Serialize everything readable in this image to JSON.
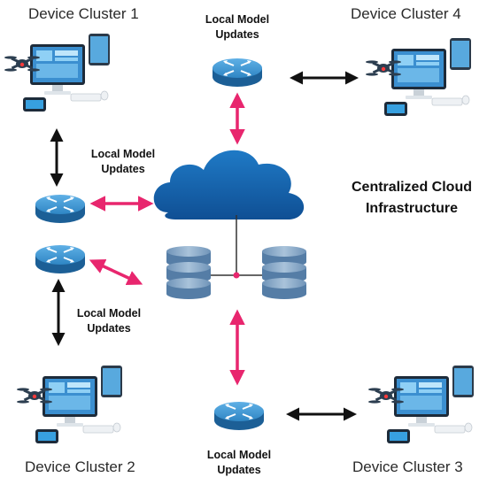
{
  "clusters": {
    "c1": "Device Cluster 1",
    "c2": "Device Cluster 2",
    "c3": "Device Cluster 3",
    "c4": "Device Cluster 4"
  },
  "updates": {
    "top": [
      "Local Model",
      "Updates"
    ],
    "left_upper": [
      "Local Model",
      "Updates"
    ],
    "left_lower": [
      "Local Model",
      "Updates"
    ],
    "bottom": [
      "Local Model",
      "Updates"
    ]
  },
  "central": [
    "Centralized Cloud",
    "Infrastructure"
  ],
  "colors": {
    "cloud": "#1e6fb8",
    "router": "#2f86c4",
    "server": "#7fa3c4",
    "link_pink": "#e8266e",
    "link_black": "#111111",
    "monitor": "#3b8fd0",
    "drone": "#2c3e50"
  }
}
